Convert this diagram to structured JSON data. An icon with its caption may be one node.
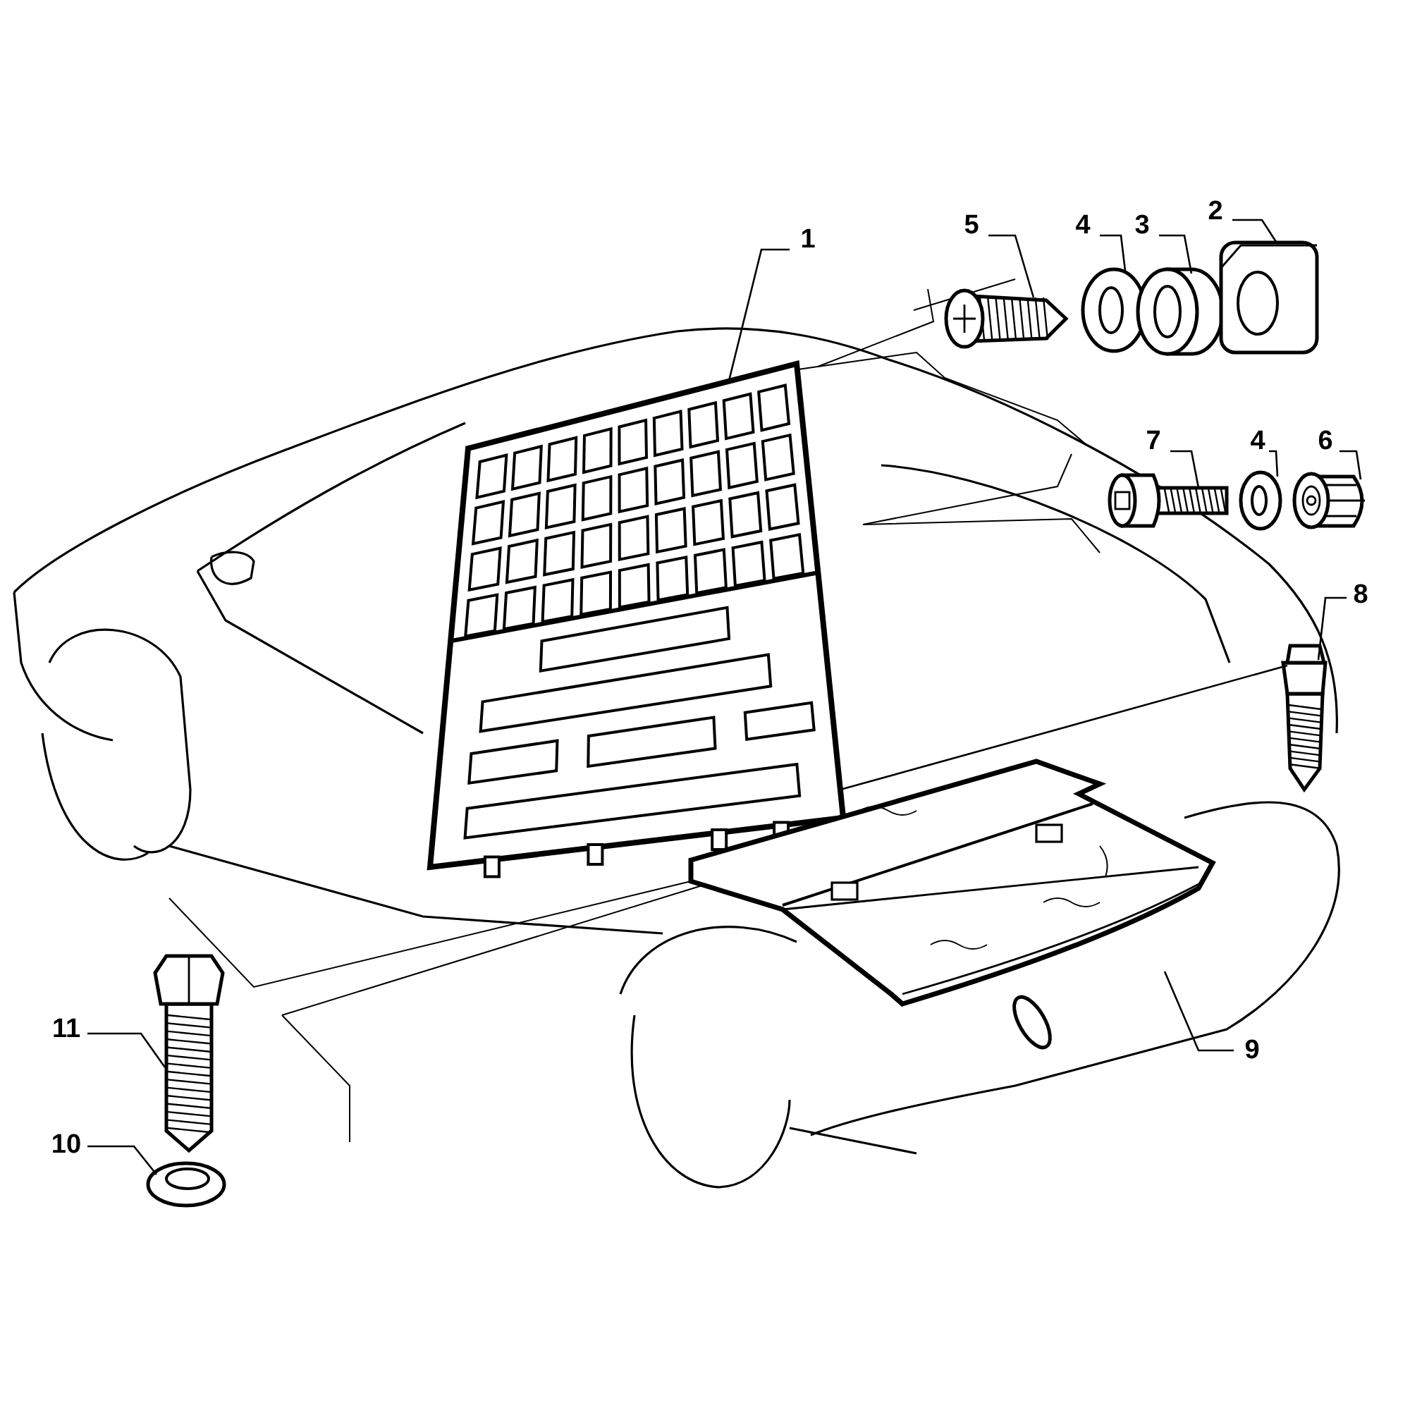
{
  "diagram": {
    "nodes": [
      {
        "text": [
          "1"
        ]
      },
      {
        "text": [],
        "shape": "picture"
      },
      {
        "text": [
          "5"
        ]
      },
      {
        "text": [],
        "shape": "picture"
      },
      {
        "text": [
          "4"
        ]
      },
      {
        "text": [],
        "shape": "picture"
      },
      {
        "text": [
          "3"
        ]
      },
      {
        "text": [],
        "shape": "picture"
      },
      {
        "text": [
          "2"
        ]
      },
      {
        "text": [],
        "shape": "picture"
      },
      {
        "text": [
          "7"
        ]
      },
      {
        "text": [],
        "shape": "picture"
      },
      {
        "text": [
          "4"
        ]
      },
      {
        "text": [],
        "shape": "picture"
      },
      {
        "text": [
          "6"
        ]
      },
      {
        "text": [],
        "shape": "picture"
      },
      {
        "text": [
          "8"
        ]
      },
      {
        "text": [],
        "shape": "picture"
      },
      {
        "text": [
          "9"
        ]
      },
      {
        "text": [],
        "shape": "picture"
      },
      {
        "text": [
          "11"
        ]
      },
      {
        "text": [],
        "shape": "picture"
      },
      {
        "text": [
          "10"
        ]
      },
      {
        "text": [],
        "shape": "picture"
      }
    ],
    "edges": [
      {
        "from": 0,
        "to": 1,
        "arrow": "none"
      },
      {
        "from": 2,
        "to": 3,
        "arrow": "none"
      },
      {
        "from": 4,
        "to": 5,
        "arrow": "none"
      },
      {
        "from": 6,
        "to": 7,
        "arrow": "none"
      },
      {
        "from": 8,
        "to": 9,
        "arrow": "none"
      },
      {
        "from": 10,
        "to": 11,
        "arrow": "none"
      },
      {
        "from": 12,
        "to": 13,
        "arrow": "none"
      },
      {
        "from": 14,
        "to": 15,
        "arrow": "none"
      },
      {
        "from": 16,
        "to": 17,
        "arrow": "none"
      },
      {
        "from": 18,
        "to": 19,
        "arrow": "none"
      },
      {
        "from": 20,
        "to": 21,
        "arrow": "none"
      },
      {
        "from": 22,
        "to": 23,
        "arrow": "none"
      },
      {
        "from": 17,
        "to": 1,
        "arrow": "none"
      }
    ]
  }
}
